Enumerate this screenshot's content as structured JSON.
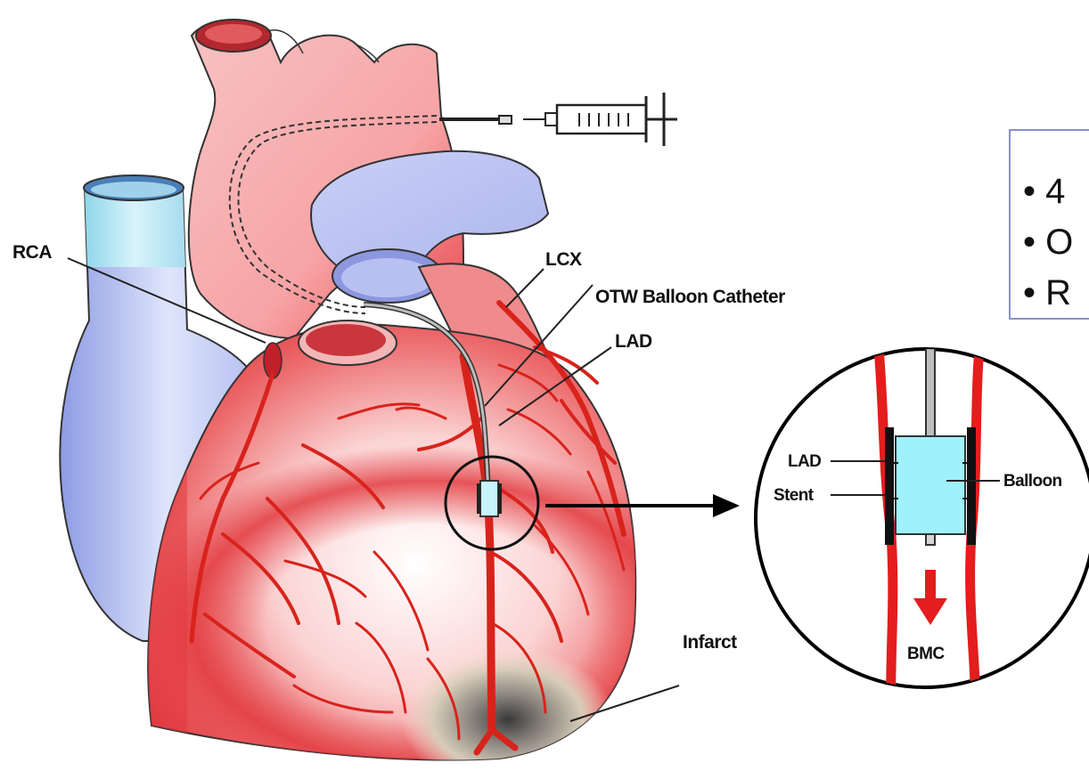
{
  "labels": {
    "rca": "RCA",
    "lcx": "LCX",
    "otw_balloon_catheter": "OTW Balloon Catheter",
    "lad": "LAD",
    "infarct": "Infarct"
  },
  "inset": {
    "lad": "LAD",
    "stent": "Stent",
    "balloon": "Balloon",
    "bmc": "BMC"
  },
  "bullet_box": {
    "items": [
      "• 4",
      "• O",
      "• R"
    ]
  },
  "colors": {
    "myocardium": "#e8434a",
    "vessel": "#d8231c",
    "vein_blue": "#b9c4f2",
    "balloon_cyan": "#9ff2fb",
    "infarct": "#4a4a4a",
    "box_border": "#8a8fc8"
  }
}
